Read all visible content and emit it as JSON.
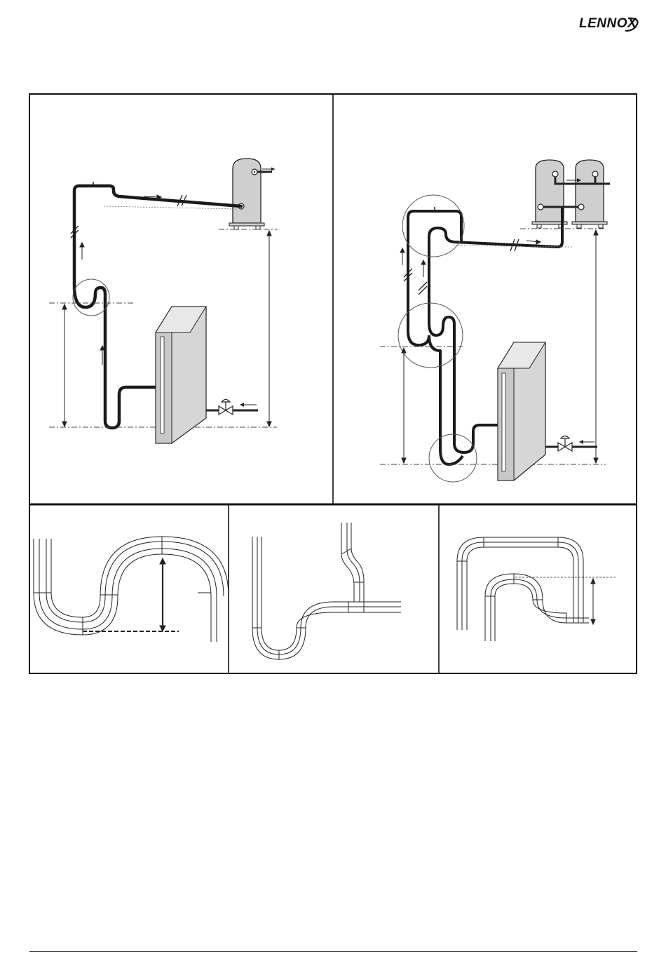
{
  "brand": {
    "logo_text": "LENNOX"
  },
  "colors": {
    "pipe": "#222222",
    "unit_fill": "#cfcfcf",
    "frame": "#111111",
    "dash": "#555555"
  },
  "panels": [
    {
      "id": "single-compressor-circuit"
    },
    {
      "id": "tandem-compressor-circuit"
    },
    {
      "id": "oil-trap-detail"
    },
    {
      "id": "branch-connection-detail"
    },
    {
      "id": "inverted-loop-detail"
    }
  ]
}
